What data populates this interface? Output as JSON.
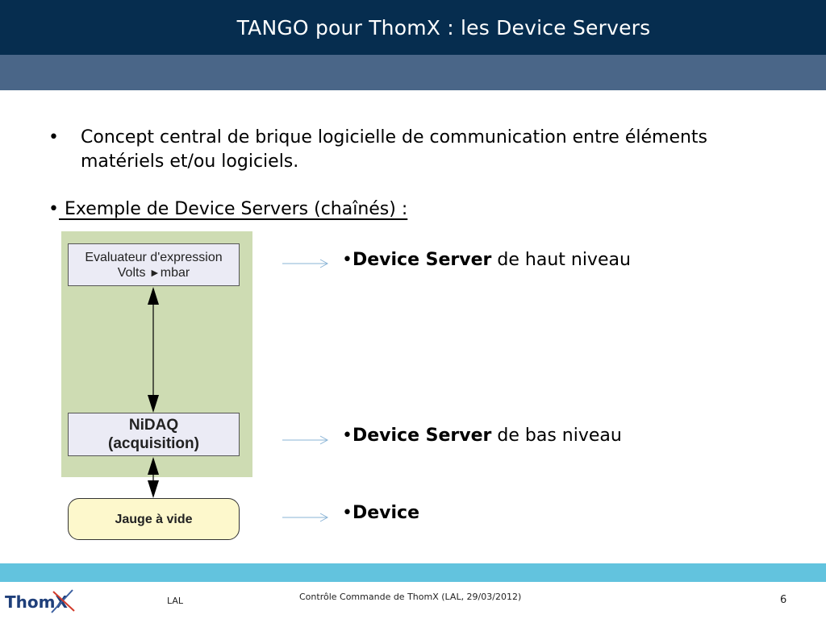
{
  "header": {
    "title": "TANGO pour ThomX : les Device Servers"
  },
  "bullets": {
    "b1_marker": "•",
    "b1_text": "Concept central de brique logicielle de communication entre éléments matériels et/ou logiciels.",
    "b2_marker": "•",
    "b2_text": " Exemple de Device Servers (chaînés) : "
  },
  "diagram": {
    "eval_line1": "Evaluateur d'expression",
    "eval_line2_a": "Volts",
    "eval_line2_b": "mbar",
    "nidaq_line1": "NiDAQ",
    "nidaq_line2": "(acquisition)",
    "jauge": "Jauge à vide"
  },
  "labels": {
    "l1_bold": "Device Server",
    "l1_rest": " de haut niveau",
    "l2_bold": "Device Server",
    "l2_rest": " de bas niveau",
    "l3_bold": "Device",
    "marker": "•"
  },
  "footer": {
    "left": "LAL",
    "center": "Contrôle Commande de ThomX (LAL, 29/03/2012)",
    "page": "6",
    "logo_text": "ThomX"
  },
  "colors": {
    "header_bg": "#062d4f",
    "subbar_bg": "#4a6688",
    "diagram_bg": "#cedcb3",
    "footer_band": "#62c3de"
  }
}
